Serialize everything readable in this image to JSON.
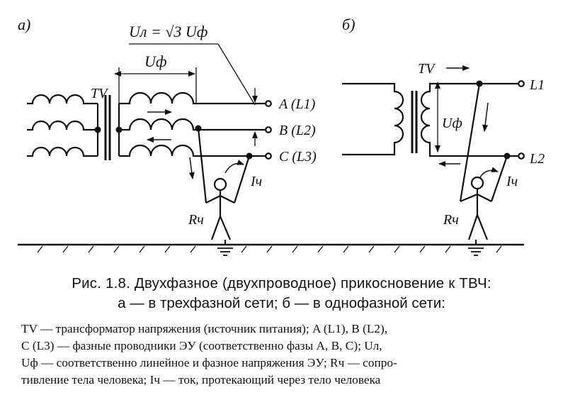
{
  "panels": {
    "a": {
      "label": "а)",
      "formula": "Uл = √3 Uф",
      "u_phase": "Uф",
      "transformer": "TV",
      "lines": [
        "A (L1)",
        "B (L2)",
        "C (L3)"
      ],
      "current": "Iч",
      "resistance": "Rч"
    },
    "b": {
      "label": "б)",
      "transformer": "TV",
      "u_phase": "Uф",
      "lines": [
        "L1",
        "L2"
      ],
      "current": "Iч",
      "resistance": "Rч"
    }
  },
  "caption": {
    "line1": "Рис. 1.8. Двухфазное (двухпроводное) прикосновение к ТВЧ:",
    "line2": "а — в трехфазной сети; б — в однофазной сети:"
  },
  "legend": {
    "line1": "TV — трансформатор напряжения (источник питания); A (L1), B (L2),",
    "line2": "C (L3) — фазные проводники ЭУ (соответственно фазы A, B, C); Uл,",
    "line3": "Uф — соответственно линейное и фазное напряжения ЭУ; Rч — сопро-",
    "line4": "тивление тела человека; Iч — ток, протекающий через тело человека"
  }
}
